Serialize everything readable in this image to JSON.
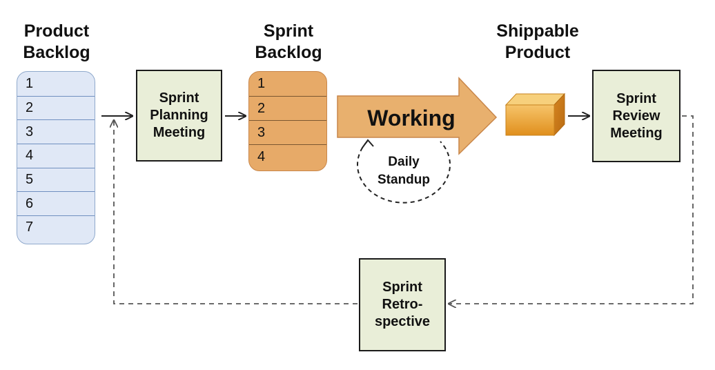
{
  "product_backlog": {
    "heading_line1": "Product",
    "heading_line2": "Backlog",
    "items": [
      "1",
      "2",
      "3",
      "4",
      "5",
      "6",
      "7"
    ]
  },
  "sprint_planning": {
    "line1": "Sprint",
    "line2": "Planning",
    "line3": "Meeting"
  },
  "sprint_backlog": {
    "heading_line1": "Sprint",
    "heading_line2": "Backlog",
    "items": [
      "1",
      "2",
      "3",
      "4"
    ]
  },
  "working": {
    "label": "Working"
  },
  "daily_standup": {
    "line1": "Daily",
    "line2": "Standup"
  },
  "shippable_product": {
    "heading_line1": "Shippable",
    "heading_line2": "Product"
  },
  "sprint_review": {
    "line1": "Sprint",
    "line2": "Review",
    "line3": "Meeting"
  },
  "sprint_retrospective": {
    "line1": "Sprint",
    "line2": "Retro-",
    "line3": "spective"
  },
  "colors": {
    "backlog_fill": "#e0e8f6",
    "backlog_border": "#6f8fbf",
    "sprint_backlog_fill": "#e7aa68",
    "arrow_fill": "#e8b06e",
    "meeting_box_fill": "#e9eed8",
    "connector": "#222222",
    "feedback_dashed": "#666666"
  }
}
